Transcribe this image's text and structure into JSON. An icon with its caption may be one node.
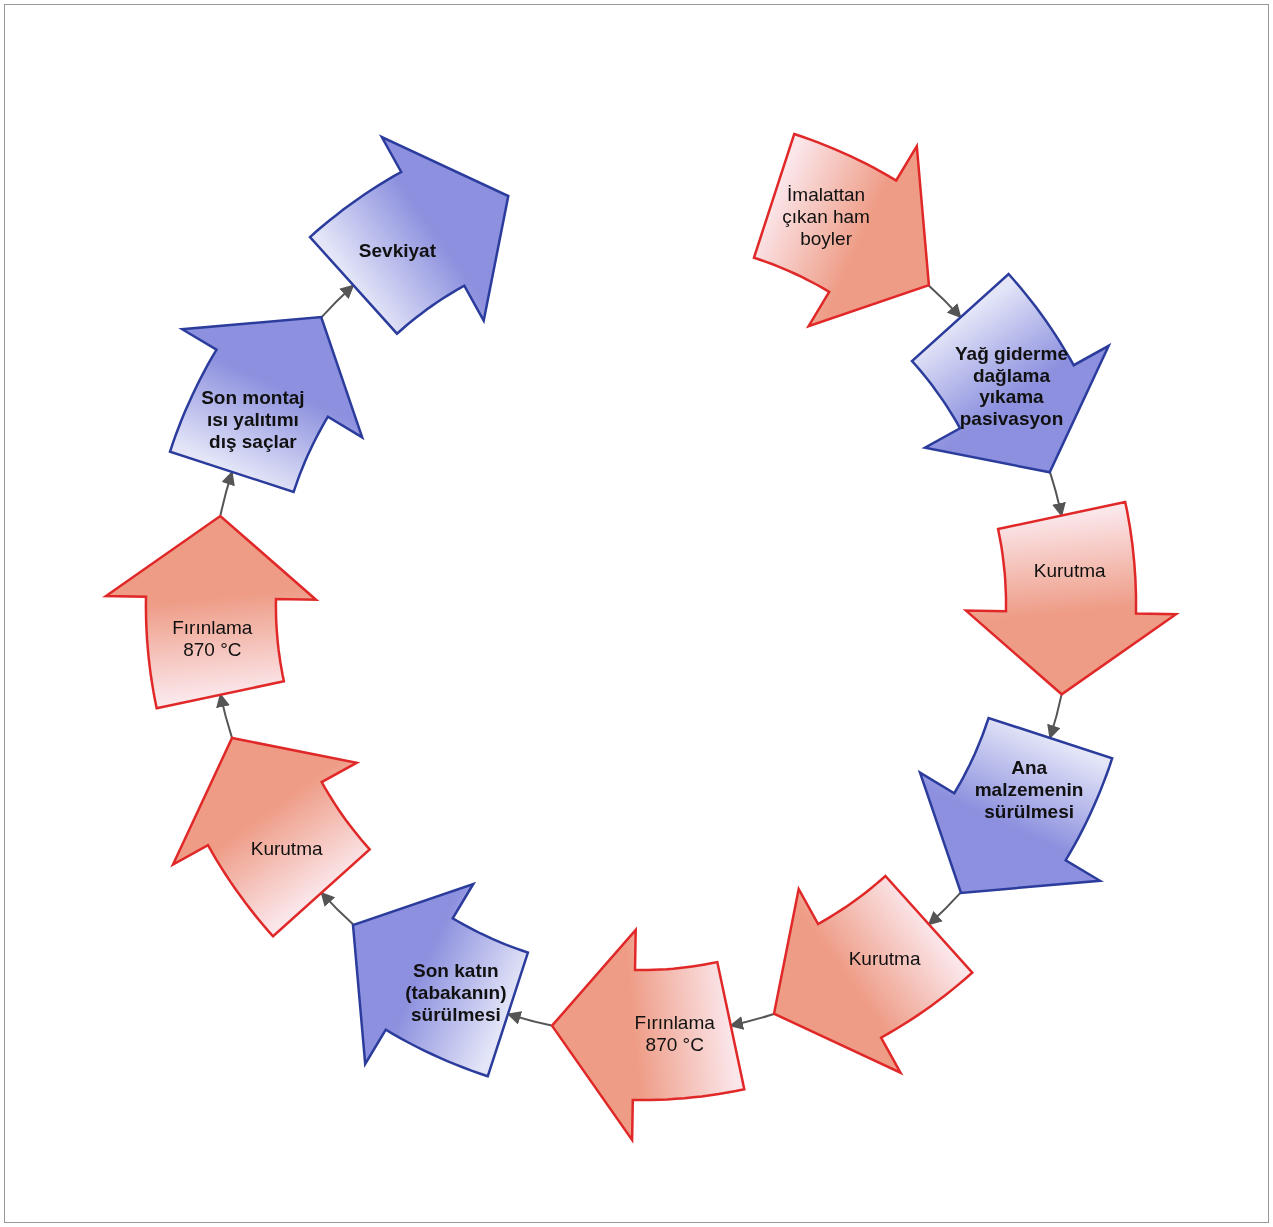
{
  "diagram": {
    "nodes": [
      {
        "text": [
          "İmalattan çıkan ham boyler"
        ]
      },
      {
        "text": [
          "Yağ giderme dağlama yıkama pasivasyon"
        ]
      },
      {
        "text": [
          "Kurutma"
        ]
      },
      {
        "text": [
          "Ana malzemenin sürülmesi"
        ]
      },
      {
        "text": [
          "Kurutma"
        ]
      },
      {
        "text": [
          "Fırınlama 870 °C"
        ]
      },
      {
        "text": [
          "Son katın (tabakanın) sürülmesi"
        ]
      },
      {
        "text": [
          "Kurutma"
        ]
      },
      {
        "text": [
          "Fırınlama 870 °C"
        ]
      },
      {
        "text": [
          "Son montaj ısı yalıtımı dış saçlar"
        ]
      },
      {
        "text": [
          "Sevkiyat"
        ]
      }
    ],
    "edges": [
      {
        "from": 0,
        "to": 1,
        "arrow": "to"
      },
      {
        "from": 1,
        "to": 2,
        "arrow": "to"
      },
      {
        "from": 2,
        "to": 3,
        "arrow": "to"
      },
      {
        "from": 3,
        "to": 4,
        "arrow": "to"
      },
      {
        "from": 4,
        "to": 5,
        "arrow": "to"
      },
      {
        "from": 5,
        "to": 6,
        "arrow": "to"
      },
      {
        "from": 6,
        "to": 7,
        "arrow": "to"
      },
      {
        "from": 7,
        "to": 8,
        "arrow": "to"
      },
      {
        "from": 8,
        "to": 9,
        "arrow": "to"
      },
      {
        "from": 9,
        "to": 10,
        "arrow": "to"
      }
    ]
  }
}
